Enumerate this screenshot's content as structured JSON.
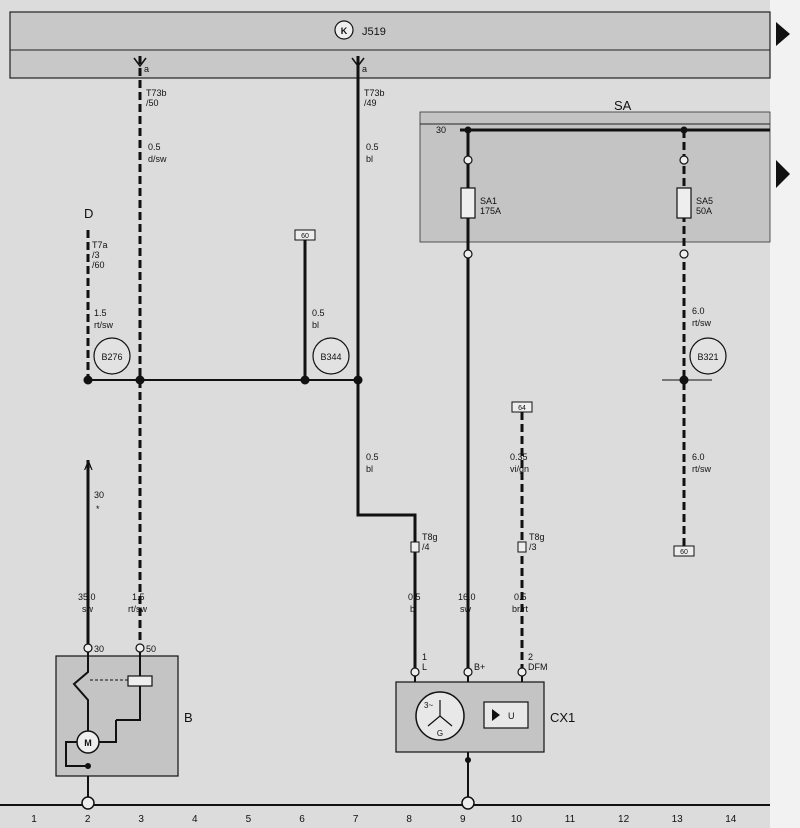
{
  "header": {
    "k_symbol": "K",
    "title": "J519"
  },
  "fuse_panel": {
    "title": "SA",
    "bus_label": "30",
    "fuses": [
      {
        "id": "SA1",
        "rating": "175A"
      },
      {
        "id": "SA5",
        "rating": "50A"
      }
    ]
  },
  "connectors": {
    "t73b_50": {
      "name": "T73b",
      "pin": "/50"
    },
    "t73b_49": {
      "name": "T73b",
      "pin": "/49"
    },
    "t7a": {
      "name": "T7a",
      "pin": "/3",
      "pin2": "/60"
    },
    "t8g_4": {
      "name": "T8g",
      "pin": "/4"
    },
    "t8g_3": {
      "name": "T8g",
      "pin": "/3"
    }
  },
  "arrow_letter": "a",
  "wires": {
    "w3_top": {
      "size": "0.5",
      "color": "d/sw"
    },
    "w7_top": {
      "size": "0.5",
      "color": "bl"
    },
    "w2_d": {
      "size": "1.5",
      "color": "rt/sw"
    },
    "w6": {
      "size": "0.5",
      "color": "bl"
    },
    "w13_top": {
      "size": "6.0",
      "color": "rt/sw"
    },
    "w13_bot": {
      "size": "6.0",
      "color": "rt/sw"
    },
    "w7_mid": {
      "size": "0.5",
      "color": "bl"
    },
    "w10_top": {
      "size": "0.35",
      "color": "vi/gn"
    },
    "w2_a": {
      "size": "35.0",
      "color": "sw"
    },
    "w3_bot": {
      "size": "1.5",
      "color": "rt/sw"
    },
    "w8": {
      "size": "0.5",
      "color": "bl"
    },
    "w9": {
      "size": "16.0",
      "color": "sw"
    },
    "w10_bot": {
      "size": "0.5",
      "color": "br/rt"
    }
  },
  "labels": {
    "d": "D",
    "a": "A",
    "a_val": "30",
    "a_star": "*",
    "b": "B",
    "cx1": "CX1",
    "motor": "M",
    "gen": "G",
    "reg": "U",
    "gen_sub": "3~"
  },
  "nodes": {
    "b276": "B276",
    "b344": "B344",
    "b321": "B321"
  },
  "refs": {
    "r6": "60",
    "r10": "64",
    "r13": "60"
  },
  "terminals": {
    "b_30": "30",
    "b_50": "50",
    "cx1_1": "1",
    "cx1_l": "L",
    "cx1_b": "B+",
    "cx1_2": "2",
    "cx1_dfm": "DFM"
  },
  "grid": [
    "1",
    "2",
    "3",
    "4",
    "5",
    "6",
    "7",
    "8",
    "9",
    "10",
    "11",
    "12",
    "13",
    "14"
  ]
}
